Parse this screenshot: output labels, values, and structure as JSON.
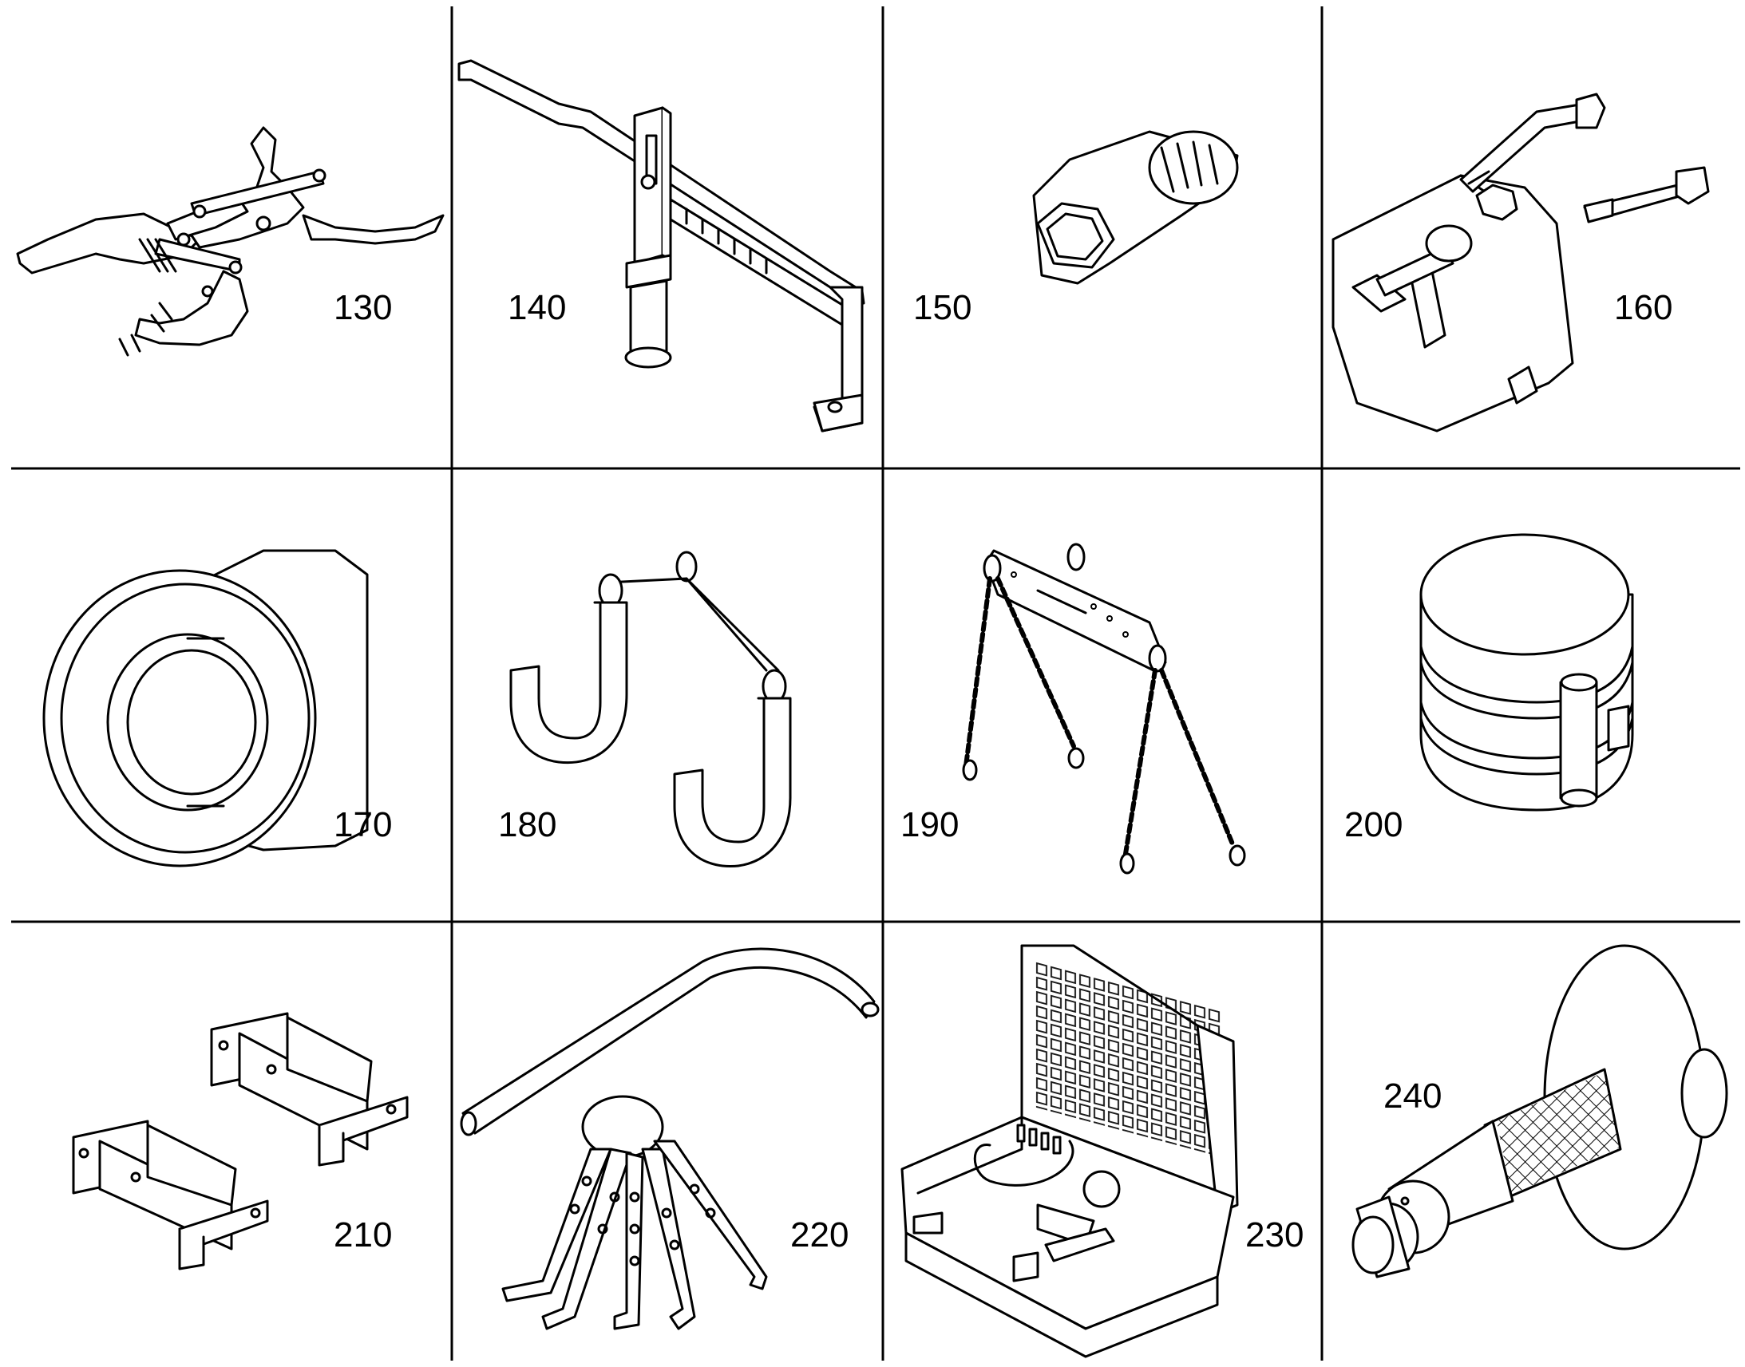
{
  "parts": [
    {
      "number": "130",
      "icon": "piston-ring-pliers-icon"
    },
    {
      "number": "140",
      "icon": "timing-gauge-bar-icon"
    },
    {
      "number": "150",
      "icon": "splined-socket-icon"
    },
    {
      "number": "160",
      "icon": "bracket-puller-with-bolts-icon"
    },
    {
      "number": "170",
      "icon": "seal-installer-ring-icon"
    },
    {
      "number": "180",
      "icon": "lifting-hooks-icon"
    },
    {
      "number": "190",
      "icon": "lifting-chain-sling-icon"
    },
    {
      "number": "200",
      "icon": "piston-ring-compressor-icon"
    },
    {
      "number": "210",
      "icon": "support-brackets-icon"
    },
    {
      "number": "220",
      "icon": "bar-and-lever-set-icon"
    },
    {
      "number": "230",
      "icon": "pressure-tester-case-icon"
    },
    {
      "number": "240",
      "icon": "knurled-drift-tool-icon"
    }
  ]
}
